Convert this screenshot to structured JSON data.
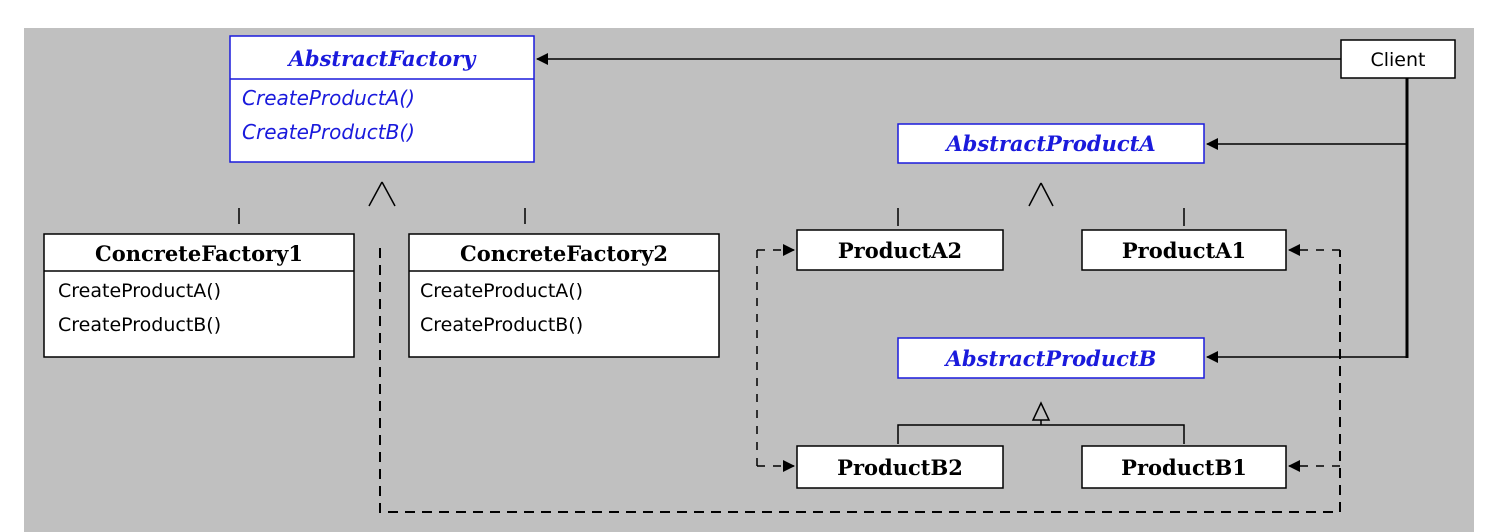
{
  "diagram": {
    "abstract_factory": {
      "name": "AbstractFactory",
      "methods": [
        "CreateProductA()",
        "CreateProductB()"
      ]
    },
    "concrete_factory_1": {
      "name": "ConcreteFactory1",
      "methods": [
        "CreateProductA()",
        "CreateProductB()"
      ]
    },
    "concrete_factory_2": {
      "name": "ConcreteFactory2",
      "methods": [
        "CreateProductA()",
        "CreateProductB()"
      ]
    },
    "client": {
      "name": "Client"
    },
    "abstract_product_a": {
      "name": "AbstractProductA"
    },
    "abstract_product_b": {
      "name": "AbstractProductB"
    },
    "product_a2": {
      "name": "ProductA2"
    },
    "product_a1": {
      "name": "ProductA1"
    },
    "product_b2": {
      "name": "ProductB2"
    },
    "product_b1": {
      "name": "ProductB1"
    },
    "colors": {
      "background": "#c0c0c0",
      "abstract": "#1a1adc",
      "box_fill": "#ffffff",
      "line": "#000000"
    }
  }
}
